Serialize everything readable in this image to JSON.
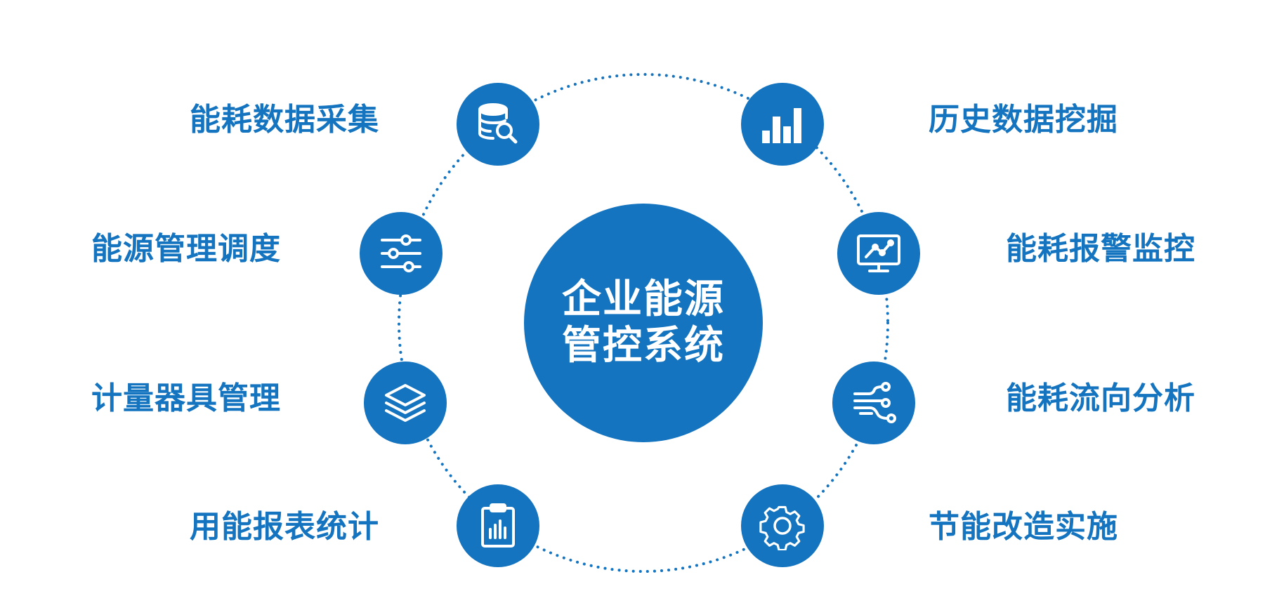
{
  "colors": {
    "primary": "#1474BF",
    "dots": "#1474BF",
    "background": "#ffffff"
  },
  "center": {
    "line1": "企业能源",
    "line2": "管控系统"
  },
  "modules": [
    {
      "label": "能耗数据采集",
      "icon": "database-search-icon"
    },
    {
      "label": "历史数据挖掘",
      "icon": "bar-chart-icon"
    },
    {
      "label": "能源管理调度",
      "icon": "sliders-icon"
    },
    {
      "label": "能耗报警监控",
      "icon": "monitor-chart-icon"
    },
    {
      "label": "计量器具管理",
      "icon": "layers-icon"
    },
    {
      "label": "能耗流向分析",
      "icon": "flow-nodes-icon"
    },
    {
      "label": "用能报表统计",
      "icon": "clipboard-chart-icon"
    },
    {
      "label": "节能改造实施",
      "icon": "gear-icon"
    }
  ]
}
